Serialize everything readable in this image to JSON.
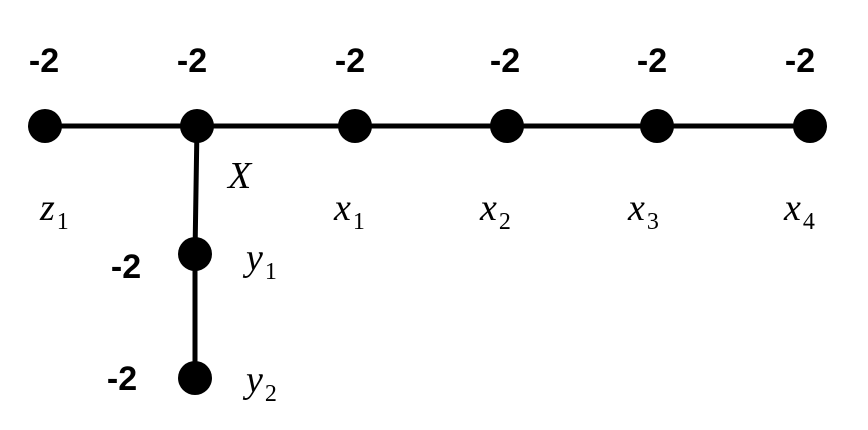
{
  "nodes": [
    {
      "id": "z1",
      "weight": "-2",
      "label": "z",
      "sub": "1"
    },
    {
      "id": "X",
      "weight": "-2",
      "label": "X",
      "sub": ""
    },
    {
      "id": "x1",
      "weight": "-2",
      "label": "x",
      "sub": "1"
    },
    {
      "id": "x2",
      "weight": "-2",
      "label": "x",
      "sub": "2"
    },
    {
      "id": "x3",
      "weight": "-2",
      "label": "x",
      "sub": "3"
    },
    {
      "id": "x4",
      "weight": "-2",
      "label": "x",
      "sub": "4"
    },
    {
      "id": "y1",
      "weight": "-2",
      "label": "y",
      "sub": "1"
    },
    {
      "id": "y2",
      "weight": "-2",
      "label": "y",
      "sub": "2"
    }
  ],
  "edges": [
    [
      "z1",
      "X"
    ],
    [
      "X",
      "x1"
    ],
    [
      "x1",
      "x2"
    ],
    [
      "x2",
      "x3"
    ],
    [
      "x3",
      "x4"
    ],
    [
      "X",
      "y1"
    ],
    [
      "y1",
      "y2"
    ]
  ]
}
